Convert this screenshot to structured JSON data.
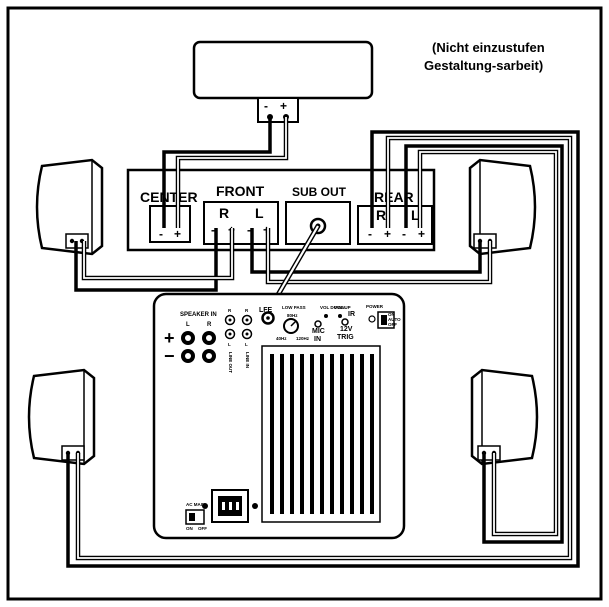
{
  "note": {
    "line1": "(Nicht einzustufen",
    "line2": "Gestaltung-sarbeit)"
  },
  "center_speaker": {
    "minus": "-",
    "plus": "+"
  },
  "receiver": {
    "center": {
      "label": "CENTER",
      "minus": "-",
      "plus": "+"
    },
    "front": {
      "label": "FRONT",
      "r": "R",
      "l": "L",
      "r_minus": "-",
      "r_plus": "+",
      "l_minus": "-",
      "l_plus": "+"
    },
    "sub_out": {
      "label": "SUB OUT"
    },
    "rear": {
      "label": "REAR",
      "r": "R",
      "l": "L",
      "r_minus": "-",
      "r_plus": "+",
      "l_minus": "-",
      "l_plus": "+"
    }
  },
  "subwoofer": {
    "speaker_in": {
      "label": "SPEAKER IN",
      "l": "L",
      "r": "R",
      "plus": "+",
      "minus": "−"
    },
    "line_out": {
      "label": "LINE OUT",
      "r": "R",
      "l": "L"
    },
    "line_in": {
      "label": "LINE IN",
      "r": "R",
      "l": "L"
    },
    "lfe": "LFE",
    "low_pass": {
      "label": "LOW PASS",
      "min": "40Hz",
      "max": "120Hz",
      "mid": "80Hz"
    },
    "vol_down": "VOL DOWN",
    "vol_up": "VOL UP",
    "ir": "IR",
    "mic": "MIC",
    "in": "IN",
    "v12": "12V",
    "trig": "TRIG",
    "power": {
      "label": "POWER",
      "on": "ON",
      "auto": "AUTO",
      "off": "OFF"
    },
    "ac_main": {
      "label": "AC MAIN",
      "on": "ON",
      "off": "OFF"
    }
  }
}
